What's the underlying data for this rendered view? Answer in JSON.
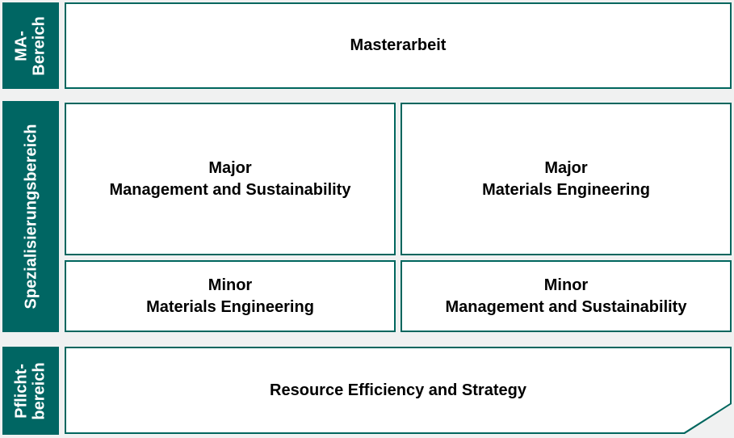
{
  "palette": {
    "teal": "#006663",
    "teal_border": "#00665e",
    "background": "#f0f1f1",
    "box_fill": "#ffffff",
    "label_text": "#ffffff",
    "box_text": "#000000"
  },
  "sections": [
    {
      "id": "ma-bereich",
      "label": "MA-\nBereich",
      "box": "Masterarbeit"
    },
    {
      "id": "spezialisierungsbereich",
      "label": "Spezialisierungsbereich",
      "major_left": "Major\nManagement and Sustainability",
      "major_right": "Major\nMaterials Engineering",
      "minor_left": "Minor\nMaterials Engineering",
      "minor_right": "Minor\nManagement and Sustainability"
    },
    {
      "id": "pflichtbereich",
      "label": "Pflicht-\nbereich",
      "box": "Resource Efficiency and Strategy"
    }
  ]
}
